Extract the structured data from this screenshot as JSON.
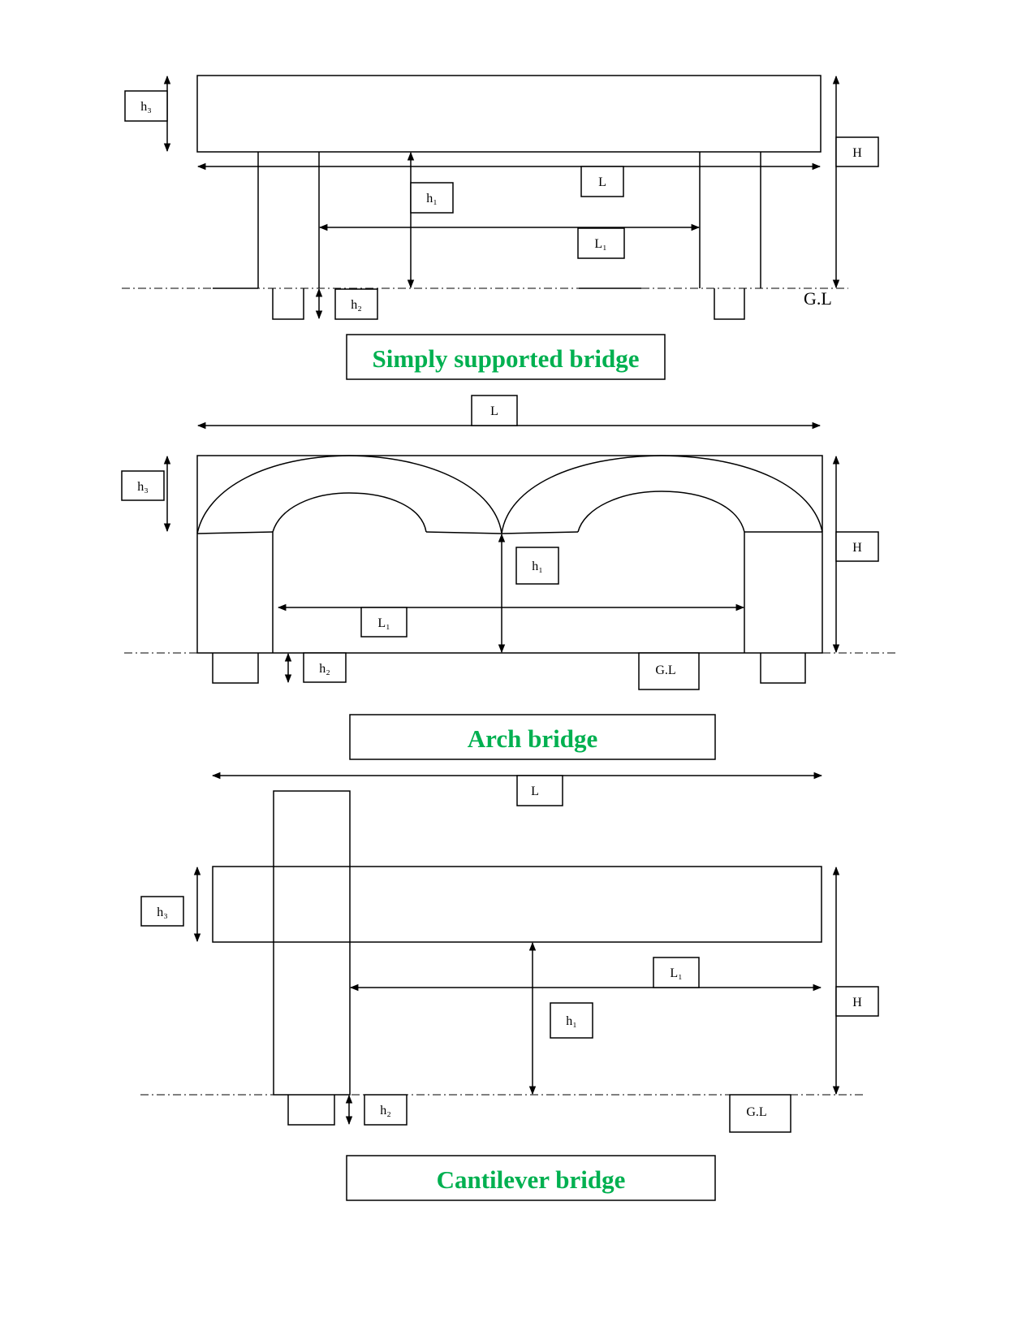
{
  "diagrams": {
    "simply": {
      "title": "Simply supported bridge",
      "labels": {
        "h3": "h₃",
        "H": "H",
        "L": "L",
        "h1": "h₁",
        "L1": "L₁",
        "h2": "h₂",
        "GL": "G.L"
      }
    },
    "arch": {
      "title": "Arch bridge",
      "labels": {
        "L": "L",
        "h3": "h₃",
        "H": "H",
        "h1": "h₁",
        "L1": "L₁",
        "h2": "h₂",
        "GL": "G.L"
      }
    },
    "cantilever": {
      "title": "Cantilever bridge",
      "labels": {
        "L": "L",
        "h3": "h₃",
        "L1": "L₁",
        "H": "H",
        "h1": "h₁",
        "h2": "h₂",
        "GL": "G.L"
      }
    }
  },
  "colors": {
    "title": "#00b050",
    "line": "#000000"
  }
}
